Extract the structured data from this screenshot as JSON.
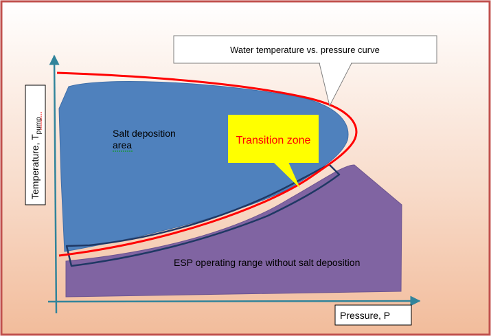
{
  "callouts": {
    "curve": "Water temperature vs. pressure curve",
    "transition": "Transition zone"
  },
  "regions": {
    "salt_line1": "Salt deposition",
    "salt_line2": "area",
    "esp_range": "ESP operating range without salt deposition"
  },
  "axes": {
    "x_label": "Pressure, P",
    "y_label_main": "Temperature, T",
    "y_label_sub": "pump"
  },
  "colors": {
    "frame": "#c0504d",
    "bg_top": "#ffffff",
    "bg_bottom": "#f2bc9b",
    "salt_fill": "#4f81bd",
    "esp_fill": "#8064a2",
    "axis": "#31849b",
    "curve": "#ff0000",
    "transition_fill": "#ffff00",
    "transition_text": "#ff0000",
    "outline": "#1f3864"
  }
}
